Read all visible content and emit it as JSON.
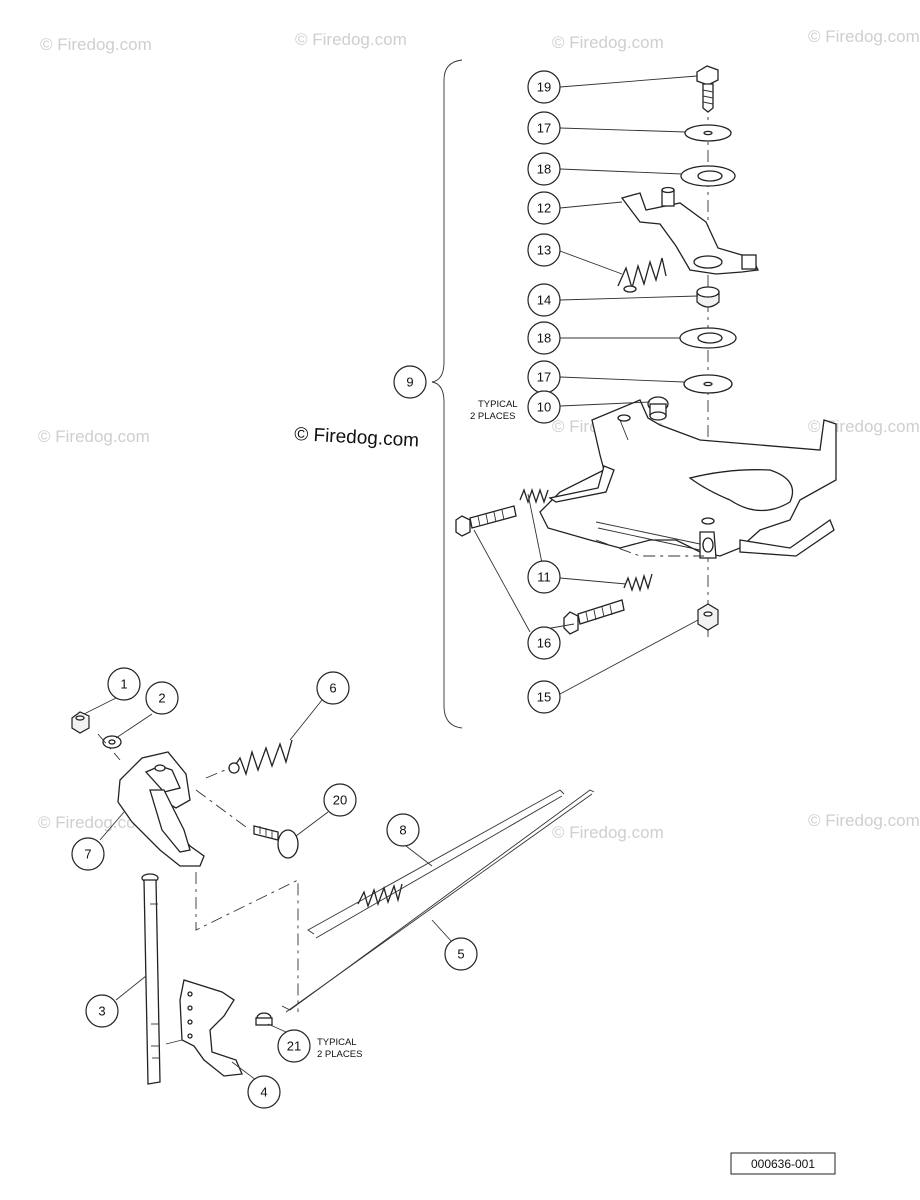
{
  "watermark": {
    "repeated": "© Firedog.com",
    "center": "© Firedog.com"
  },
  "callouts": {
    "c1": "1",
    "c2": "2",
    "c3": "3",
    "c4": "4",
    "c5": "5",
    "c6": "6",
    "c7": "7",
    "c8": "8",
    "c9": "9",
    "c10": "10",
    "c11": "11",
    "c12": "12",
    "c13": "13",
    "c14": "14",
    "c15": "15",
    "c16": "16",
    "c17a": "17",
    "c17b": "17",
    "c18a": "18",
    "c18b": "18",
    "c19": "19",
    "c20": "20",
    "c21": "21"
  },
  "notes": {
    "typical_10_line1": "TYPICAL",
    "typical_10_line2": "2 PLACES",
    "typical_21_line1": "TYPICAL",
    "typical_21_line2": "2 PLACES"
  },
  "reference_number": "000636-001"
}
